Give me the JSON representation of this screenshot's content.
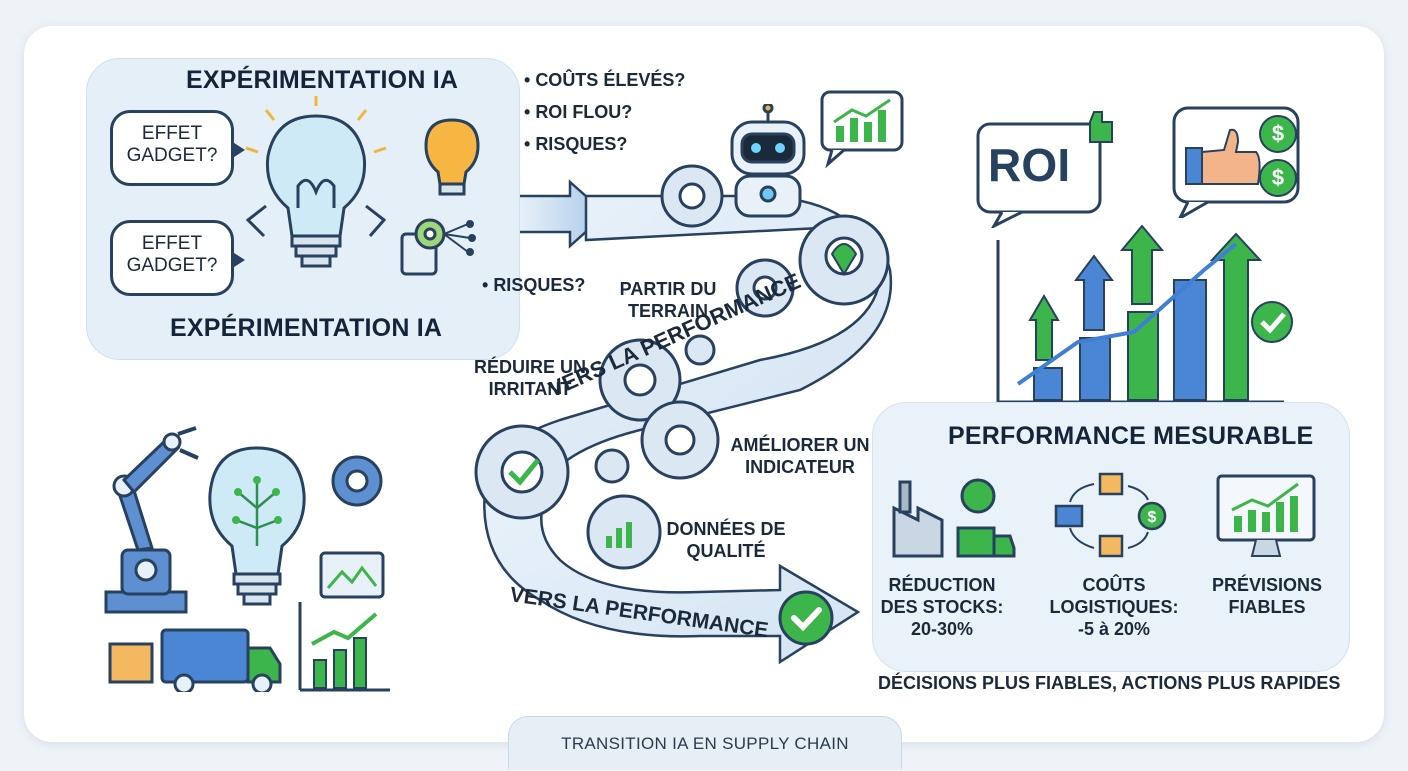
{
  "left_panel": {
    "top_heading": "EXPÉRIMENTATION IA",
    "bottom_heading": "EXPÉRIMENTATION IA",
    "bubble_1": "EFFET GADGET?",
    "bubble_2": "EFFET GADGET?"
  },
  "concerns": {
    "items": [
      "COÛTS ÉLEVÉS?",
      "ROI FLOU?",
      "RISQUES?"
    ],
    "extra": "RISQUES?"
  },
  "path": {
    "banner_upper": "VERS LA PERFORMANCE",
    "banner_lower": "VERS LA PERFORMANCE",
    "steps": [
      "PARTIR DU TERRAIN",
      "RÉDUIRE UN IRRITANT",
      "AMÉLIORER UN INDICATEUR",
      "DONNÉES DE QUALITÉ"
    ]
  },
  "roi": {
    "bubble": "ROI"
  },
  "performance": {
    "heading": "PERFORMANCE MESURABLE",
    "metrics": [
      {
        "label": "RÉDUCTION DES STOCKS: 20-30%",
        "icon": "factory-icon"
      },
      {
        "label": "COÛTS LOGISTIQUES: -5 à 20%",
        "icon": "logistics-cycle-icon"
      },
      {
        "label": "PRÉVISIONS FIABLES",
        "icon": "monitor-chart-icon"
      }
    ],
    "tagline": "DÉCISIONS PLUS FIABLES, ACTIONS PLUS RAPIDES"
  },
  "footer": {
    "tab_label": "TRANSITION IA EN SUPPLY CHAIN"
  },
  "colors": {
    "navy": "#27415e",
    "blue": "#3f7fd6",
    "green": "#3cb54a",
    "panel": "#e4eff8",
    "arrow": "#c9dcee"
  }
}
